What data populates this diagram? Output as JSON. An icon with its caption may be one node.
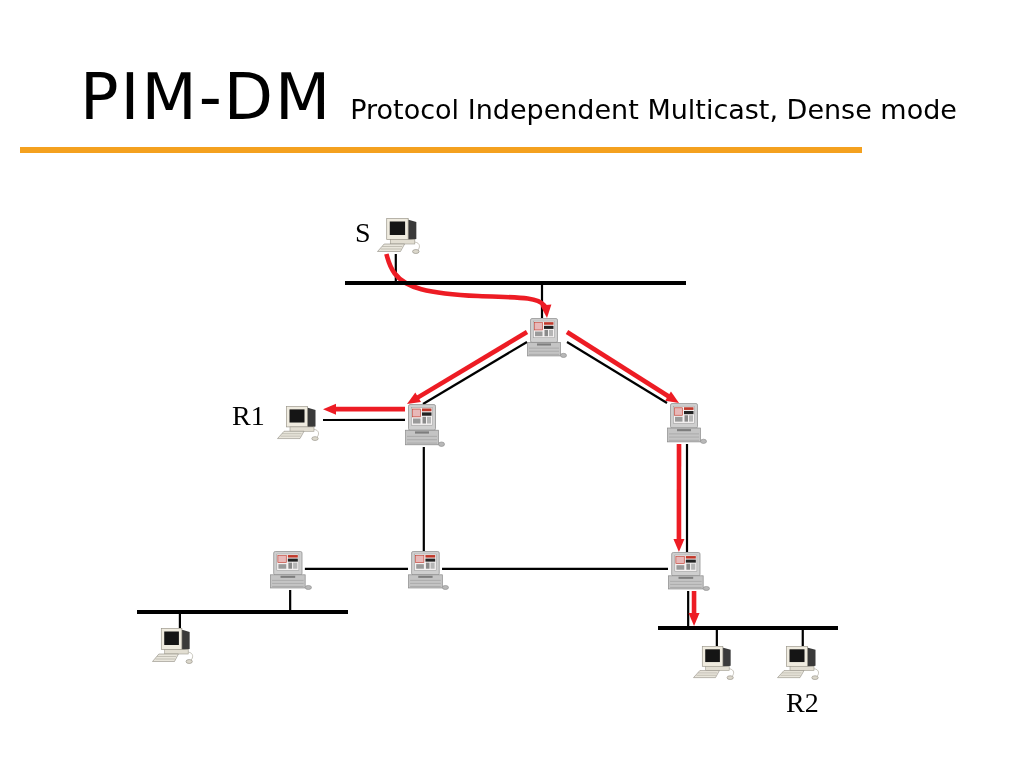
{
  "diagram": {
    "title": "PIM-DM",
    "nodes": [
      {
        "text": [],
        "shape": "picture",
        "beside": [
          "S"
        ]
      },
      {
        "text": [],
        "shape": "bar"
      },
      {
        "text": [],
        "shape": "picture"
      },
      {
        "text": [],
        "shape": "picture",
        "beside": [
          "R1"
        ]
      },
      {
        "text": [],
        "shape": "picture"
      },
      {
        "text": [],
        "shape": "picture"
      },
      {
        "text": [],
        "shape": "picture"
      },
      {
        "text": [],
        "shape": "picture"
      },
      {
        "text": [],
        "shape": "picture"
      },
      {
        "text": [],
        "shape": "bar"
      },
      {
        "text": [],
        "shape": "bar"
      },
      {
        "text": [],
        "shape": "picture"
      },
      {
        "text": [],
        "shape": "picture"
      },
      {
        "text": [],
        "shape": "picture",
        "beside": [
          "R2"
        ]
      }
    ],
    "edges": [
      {
        "from": 0,
        "to": 1,
        "arrow": "none"
      },
      {
        "from": 1,
        "to": 2,
        "arrow": "none"
      },
      {
        "from": 2,
        "to": 4,
        "arrow": "none"
      },
      {
        "from": 2,
        "to": 5,
        "arrow": "none"
      },
      {
        "from": 4,
        "to": 3,
        "arrow": "none"
      },
      {
        "from": 4,
        "to": 7,
        "arrow": "none"
      },
      {
        "from": 5,
        "to": 8,
        "arrow": "none"
      },
      {
        "from": 6,
        "to": 7,
        "arrow": "none"
      },
      {
        "from": 7,
        "to": 8,
        "arrow": "none"
      },
      {
        "from": 6,
        "to": 9,
        "arrow": "none"
      },
      {
        "from": 9,
        "to": 11,
        "arrow": "none"
      },
      {
        "from": 8,
        "to": 10,
        "arrow": "none"
      },
      {
        "from": 10,
        "to": 12,
        "arrow": "none"
      },
      {
        "from": 10,
        "to": 13,
        "arrow": "none"
      },
      {
        "from": 0,
        "to": 2,
        "arrow": "to",
        "style": "thick",
        "color": "#ed1c24"
      },
      {
        "from": 2,
        "to": 4,
        "arrow": "to",
        "style": "thick",
        "color": "#ed1c24"
      },
      {
        "from": 2,
        "to": 5,
        "arrow": "to",
        "style": "thick",
        "color": "#ed1c24"
      },
      {
        "from": 4,
        "to": 3,
        "arrow": "to",
        "style": "thick",
        "color": "#ed1c24"
      },
      {
        "from": 5,
        "to": 8,
        "arrow": "to",
        "style": "thick",
        "color": "#ed1c24"
      },
      {
        "from": 8,
        "to": 10,
        "arrow": "to",
        "style": "thick",
        "color": "#ed1c24"
      }
    ],
    "labels": [
      "Protocol Independent Multicast, Dense mode"
    ]
  }
}
